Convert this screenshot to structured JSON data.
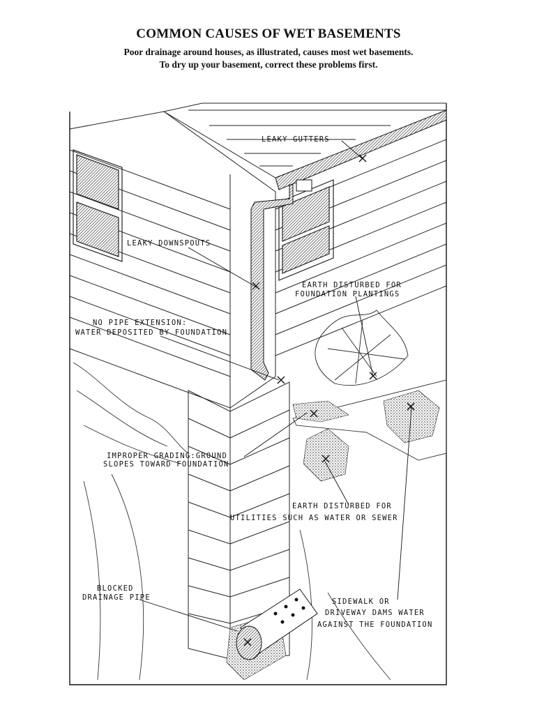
{
  "header": {
    "title": "COMMON CAUSES OF WET BASEMENTS",
    "subtitle_line1": "Poor drainage around houses, as illustrated, causes most wet basements.",
    "subtitle_line2": "To dry up your basement, correct these problems first."
  },
  "labels": {
    "leaky_gutters": "LEAKY GUTTERS",
    "leaky_downspouts": "LEAKY DOWNSPOUTS",
    "earth_plantings_1": "EARTH DISTURBED FOR",
    "earth_plantings_2": "FOUNDATION PLANTINGS",
    "no_pipe_1": "NO PIPE EXTENSION:",
    "no_pipe_2": "WATER DEPOSITED BY FOUNDATION",
    "grading_1": "IMPROPER GRADING:GROUND",
    "grading_2": "SLOPES TOWARD FOUNDATION",
    "utilities_1": "EARTH DISTURBED FOR",
    "utilities_2": "UTILITIES SUCH AS WATER OR SEWER",
    "blocked_1": "BLOCKED",
    "blocked_2": "DRAINAGE PIPE",
    "sidewalk_1": "SIDEWALK OR",
    "sidewalk_2": "DRIVEWAY DAMS WATER",
    "sidewalk_3": "AGAINST THE FOUNDATION"
  }
}
